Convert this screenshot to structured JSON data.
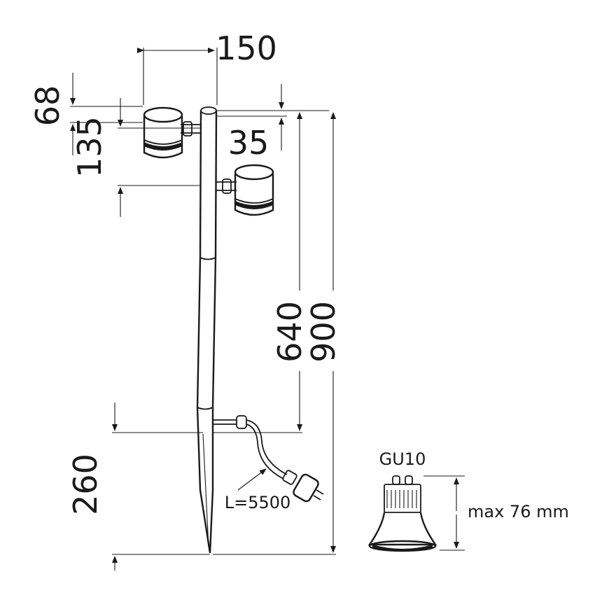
{
  "dimensions": {
    "arm_spread": "150",
    "head_height": "68",
    "lower_head_offset": "135",
    "head_to_pole_top": "35",
    "cable_exit_height": "640",
    "total_height": "900",
    "spike_length": "260"
  },
  "cable": {
    "length_label": "L=5500"
  },
  "bulb": {
    "type_label": "GU10",
    "max_length_label": "max 76 mm"
  }
}
